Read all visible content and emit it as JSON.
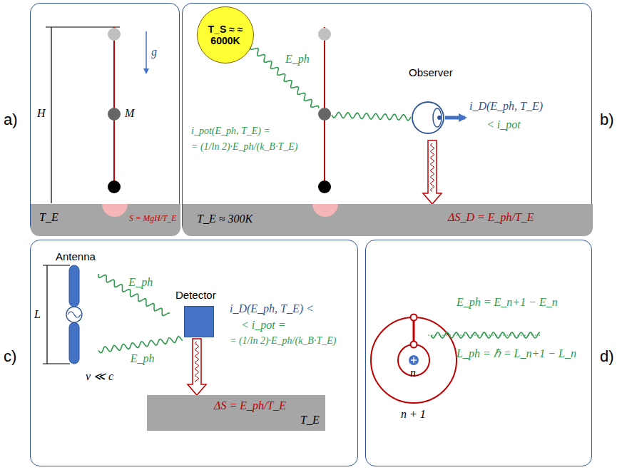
{
  "diagram": {
    "nodes": [
      {
        "text": [
          "a)"
        ]
      },
      {
        "text": [
          "T_E",
          "S = MgH/T_E"
        ],
        "in": 0
      },
      {
        "text": [
          "b)"
        ]
      },
      {
        "text": [
          "T_S ≈ ≈ 6000K"
        ],
        "in": 2
      },
      {
        "text": [
          "Observer"
        ],
        "in": 2
      },
      {
        "text": [
          "T_E ≈ 300K",
          "ΔS_D = E_ph/T_E"
        ],
        "in": 2
      },
      {
        "text": [
          "c)"
        ]
      },
      {
        "text": [
          "Antenna"
        ],
        "in": 6
      },
      {
        "text": [
          "Detector"
        ],
        "in": 6
      },
      {
        "text": [
          "ΔS = E_ph/T_E",
          "T_E"
        ],
        "in": 6
      },
      {
        "text": [
          "d)"
        ]
      }
    ],
    "edges": [
      {
        "from": 7,
        "to": 8,
        "arrow": "none",
        "label": "E_ph"
      },
      {
        "from": 7,
        "to": 8,
        "arrow": "none",
        "label": "E_ph"
      },
      {
        "from": 4,
        "to": 5,
        "arrow": "to"
      },
      {
        "from": 8,
        "to": 9,
        "arrow": "to"
      }
    ],
    "labels": [
      "H",
      "g",
      "M",
      "E_ph",
      "i_pot(E_ph, T_E) =",
      "= (1/ln 2)·E_ph/(k_B·T_E)",
      "i_D(E_ph, T_E)",
      "< i_pot",
      "L",
      "v ≪ c",
      "i_D(E_ph, T_E) <",
      "< i_pot =",
      "= (1/ln 2)·E_ph/(k_B·T_E)",
      "n",
      "n + 1",
      "E_ph = E_n+1 − E_n",
      "L_ph = ℏ = L_n+1 − L_n"
    ]
  }
}
